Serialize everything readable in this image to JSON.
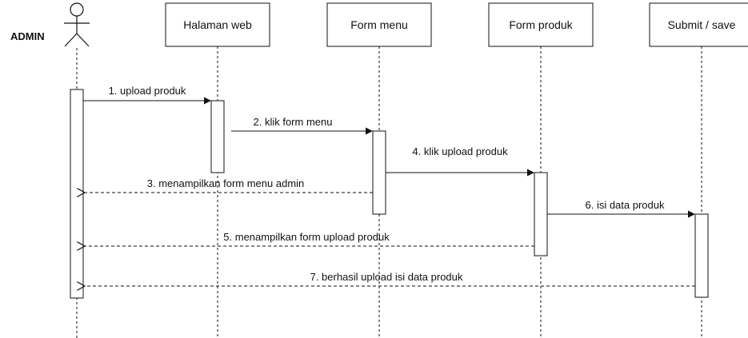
{
  "actor": {
    "label": "ADMIN",
    "icon": "stick-figure-icon"
  },
  "participants": [
    {
      "id": "halaman-web",
      "label": "Halaman web"
    },
    {
      "id": "form-menu",
      "label": "Form menu"
    },
    {
      "id": "form-produk",
      "label": "Form produk"
    },
    {
      "id": "submit-save",
      "label": "Submit / save"
    }
  ],
  "messages": [
    {
      "label": "1. upload produk",
      "type": "sync"
    },
    {
      "label": "2. klik form menu",
      "type": "sync"
    },
    {
      "label": "3. menampilkan form menu admin",
      "type": "return"
    },
    {
      "label": "4. klik upload produk",
      "type": "sync"
    },
    {
      "label": "5. menampilkan form upload produk",
      "type": "return"
    },
    {
      "label": "6. isi data produk",
      "type": "sync"
    },
    {
      "label": "7. berhasil upload isi data produk",
      "type": "return"
    }
  ],
  "colors": {
    "line": "#111111",
    "background": "#ffffff"
  }
}
